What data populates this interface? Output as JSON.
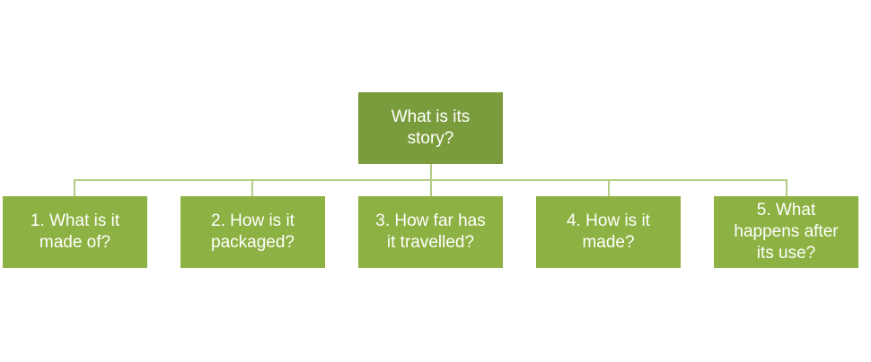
{
  "root": {
    "label": "What is its\nstory?"
  },
  "children": [
    {
      "label": "1. What is it\nmade of?"
    },
    {
      "label": "2. How is it\npackaged?"
    },
    {
      "label": "3. How far has\nit travelled?"
    },
    {
      "label": "4. How is it\nmade?"
    },
    {
      "label": "5. What\nhappens after\nits use?"
    }
  ],
  "colors": {
    "root_fill": "#7b9c3c",
    "child_fill": "#8db142",
    "connector": "#b3cc82",
    "text": "#ffffff"
  }
}
